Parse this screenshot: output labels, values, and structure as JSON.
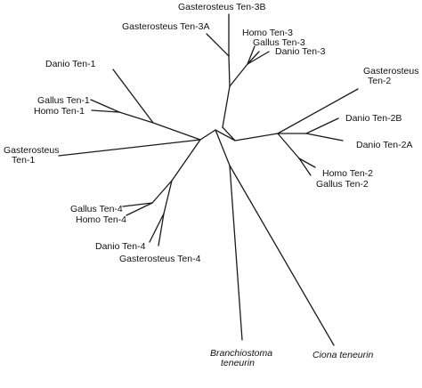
{
  "figure": {
    "type": "unrooted-phylogenetic-tree",
    "line_color": "#1a1a1a",
    "text_color": "#111111",
    "background": "#ffffff"
  },
  "labels": {
    "gasterosteus_ten_3b": "Gasterosteus Ten-3B",
    "gasterosteus_ten_3a": "Gasterosteus Ten-3A",
    "homo_ten_3": "Homo Ten-3",
    "gallus_ten_3": "Gallus Ten-3",
    "danio_ten_3": "Danio Ten-3",
    "danio_ten_1": "Danio Ten-1",
    "gasterosteus_ten_2_line1": "Gasterosteus",
    "gasterosteus_ten_2_line2": "Ten-2",
    "gallus_ten_1": "Gallus Ten-1",
    "homo_ten_1": "Homo Ten-1",
    "danio_ten_2b": "Danio Ten-2B",
    "danio_ten_2a": "Danio Ten-2A",
    "gasterosteus_ten_1_line1": "Gasterosteus",
    "gasterosteus_ten_1_line2": "Ten-1",
    "homo_ten_2": "Homo Ten-2",
    "gallus_ten_2": "Gallus Ten-2",
    "gallus_ten_4": "Gallus Ten-4",
    "homo_ten_4": "Homo Ten-4",
    "danio_ten_4": "Danio Ten-4",
    "gasterosteus_ten_4": "Gasterosteus Ten-4",
    "ciona_teneurin": "Ciona teneurin",
    "branchiostoma_line1": "Branchiostoma",
    "branchiostoma_line2": "teneurin"
  }
}
